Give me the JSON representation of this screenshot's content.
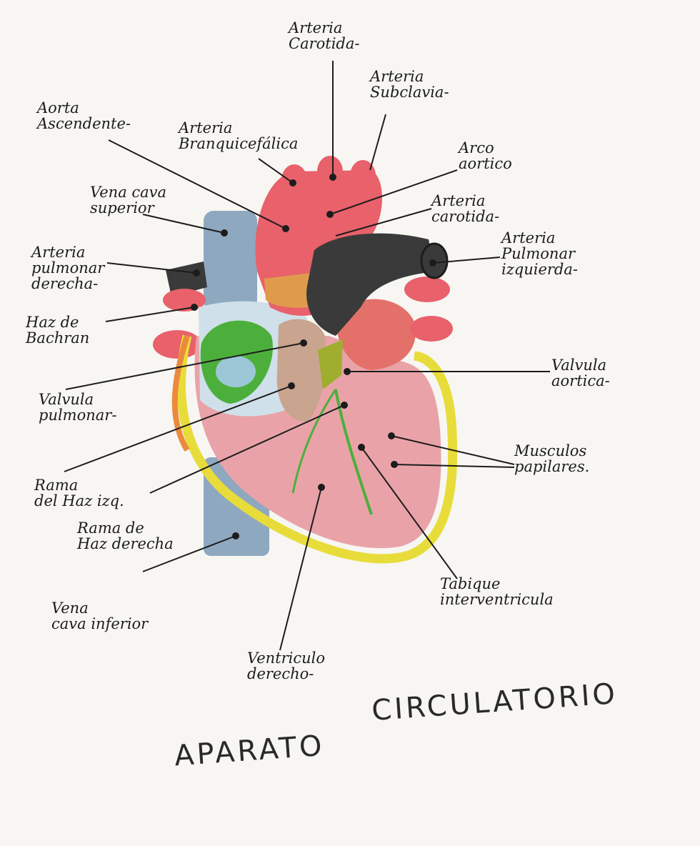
{
  "diagram": {
    "title_word_1": "APARATO",
    "title_word_2": "CIRCULATORIO",
    "labels": {
      "carotid_top": "Arteria\nCarotida-",
      "subclavian": "Arteria\nSubclavia-",
      "ascending_aorta": "Aorta\nAscendente-",
      "brachiocephalic": "Arteria\nBranquicefálica",
      "aortic_arch": "Arco\naortico",
      "superior_vena_cava": "Vena cava\nsuperior",
      "carotid_right": "Arteria\ncarotida-",
      "right_pulmonary": "Arteria\npulmonar\nderecha-",
      "left_pulmonary": "Arteria\nPulmonar\nizquierda-",
      "bundle_of_his": "Haz de\nBachran",
      "aortic_valve": "Valvula\naortica-",
      "pulmonary_valve": "Valvula\npulmonar-",
      "papillary_muscles": "Musculos\npapilares.",
      "left_bundle_branch": "Rama\ndel Haz izq.",
      "right_bundle_branch": "Rama de\nHaz derecha",
      "inferior_vena_cava": "Vena\ncava inferior",
      "interventricular_septum": "Tabique\ninterventricula",
      "right_ventricle": "Ventriculo\nderecho-"
    }
  },
  "colors": {
    "paper": "#f7f6f2",
    "aorta_red": "#e8616b",
    "vena_cava_blue": "#8ea8bf",
    "pulmonary_black": "#3a3a3a",
    "pericardium_yellow": "#e8dc3a",
    "ventricle_pink": "#e9a3a8",
    "valve_green": "#4caf3c",
    "atrium_brown": "#c9a48e",
    "ink": "#1c1c1c"
  }
}
